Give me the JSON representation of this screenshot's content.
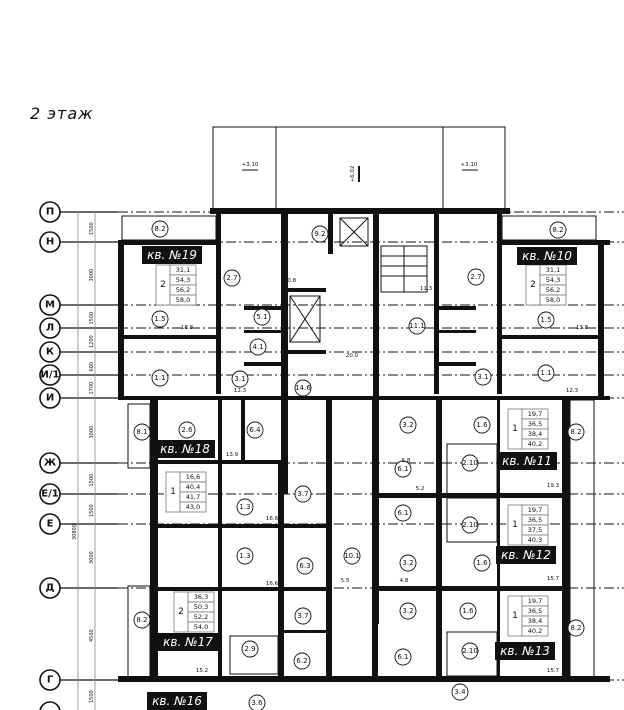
{
  "title": "2 этаж",
  "axes": [
    "П",
    "Н",
    "М",
    "Л",
    "К",
    "И/1",
    "И",
    "Ж",
    "Е/1",
    "Е",
    "Д",
    "Г"
  ],
  "dimensions": {
    "spans": [
      "1500",
      "3000",
      "1500",
      "1200",
      "600",
      "1700",
      "3000",
      "1500",
      "1500",
      "3000",
      "4500",
      "1500"
    ],
    "total": "30800"
  },
  "levels": {
    "left": "+3,10",
    "right": "+3,10",
    "center": "+6,02"
  },
  "apartments": [
    {
      "label": "кв. №19",
      "rooms": "2",
      "areas": [
        "31,1",
        "54,3",
        "56,2",
        "58,0"
      ]
    },
    {
      "label": "кв. №10",
      "rooms": "2",
      "areas": [
        "31,1",
        "54,3",
        "56,2",
        "58,0"
      ]
    },
    {
      "label": "кв. №18",
      "rooms": "1",
      "areas": [
        "16,6",
        "40,4",
        "41,7",
        "43,0"
      ]
    },
    {
      "label": "кв. №17",
      "rooms": "2",
      "areas": [
        "36,3",
        "50,3",
        "52,2",
        "54,0"
      ]
    },
    {
      "label": "кв. №11",
      "rooms": "1",
      "areas": [
        "19,7",
        "36,5",
        "38,4",
        "40,2"
      ]
    },
    {
      "label": "кв. №12",
      "rooms": "1",
      "areas": [
        "19,7",
        "36,5",
        "37,5",
        "40,3"
      ]
    },
    {
      "label": "кв. №13",
      "rooms": "1",
      "areas": [
        "19,7",
        "36,5",
        "38,4",
        "40,2"
      ]
    },
    {
      "label": "кв. №16"
    }
  ],
  "room_tags": [
    "8.2",
    "9.2",
    "2.7",
    "1.5",
    "5.1",
    "4.1",
    "1.1",
    "3.1",
    "14.6",
    "11.1",
    "2.7",
    "1.5",
    "1.1",
    "3.1",
    "8.2",
    "2.6",
    "8.1",
    "6.4",
    "3.7",
    "1.3",
    "1.3",
    "6.3",
    "10.1",
    "3.7",
    "8.2",
    "2.9",
    "6.2",
    "3.6",
    "3.2",
    "1.6",
    "6.1",
    "2.10",
    "6.1",
    "2.10",
    "3.2",
    "1.6",
    "3.2",
    "1.6",
    "6.1",
    "2.10",
    "8.2",
    "8.2",
    "3.4"
  ],
  "area_labels": [
    "18.8",
    "12.3",
    "10.8",
    "11.3",
    "13.8",
    "12.3",
    "20.0",
    "13.9",
    "16.6",
    "16.6",
    "15.2",
    "19.3",
    "15.7",
    "15.7",
    "5.5",
    "4.8",
    "5.8",
    "5.2"
  ]
}
